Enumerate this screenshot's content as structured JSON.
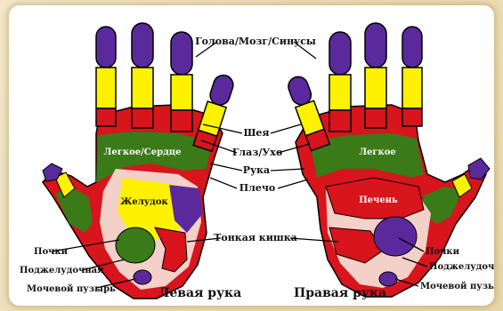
{
  "labels": {
    "head": "Голова/Мозг/Синусы",
    "neck": "Шея",
    "eye_ear": "Глаз/Ухо",
    "arm": "Рука",
    "shoulder": "Плечо",
    "small_intestine": "Тонкая кишка",
    "kidneys_left": "Почки",
    "pancreas_left": "Поджелудочная",
    "bladder_left": "Мочевой пузырь",
    "kidneys_right": "Почки",
    "pancreas_right": "Поджелудочная",
    "bladder_right": "Мочевой пузырь"
  },
  "inner_labels": {
    "lung_heart": "Легкое/Сердце",
    "stomach": "Желудок",
    "lung": "Легкое",
    "liver": "Печень"
  },
  "titles": {
    "left_hand": "Левая рука",
    "right_hand": "Правая рука"
  },
  "colors": {
    "purple": "#5a2a9c",
    "yellow": "#fff200",
    "red": "#d8141c",
    "green": "#3a7a18",
    "pink": "#f3d0c8",
    "outline": "#000000"
  }
}
